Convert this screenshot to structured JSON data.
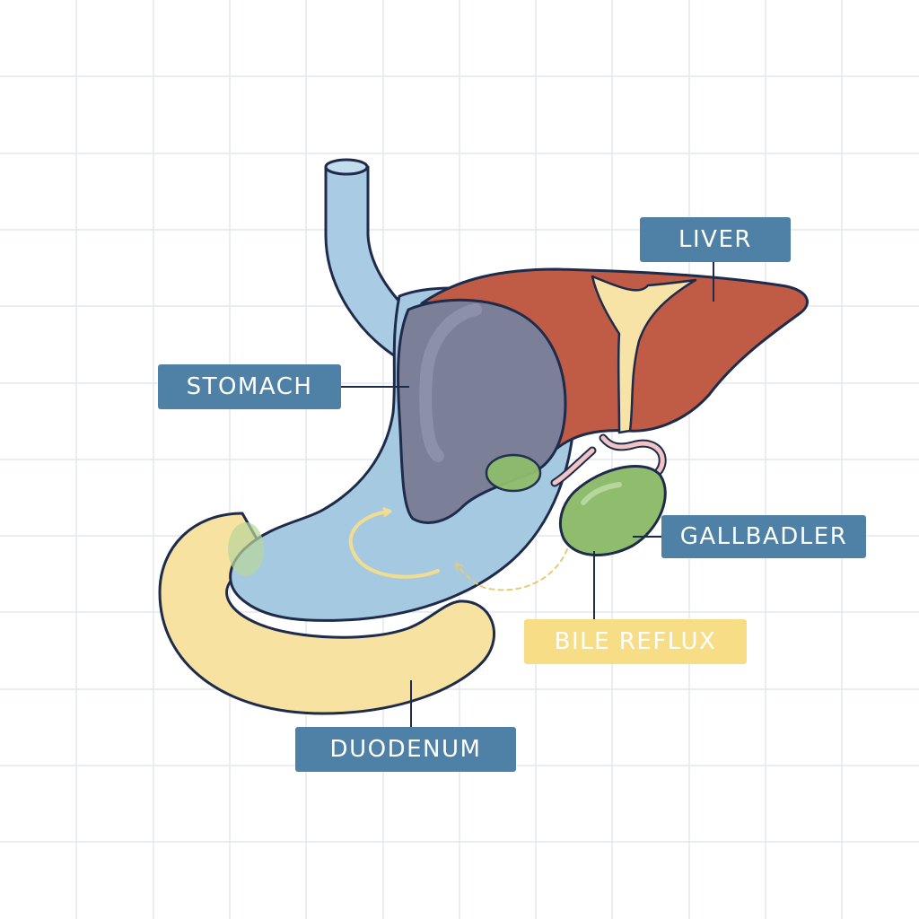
{
  "labels": {
    "liver": "LIVER",
    "stomach": "STOMACH",
    "gallbladder": "GALLBADLER",
    "bile_reflux": "BILE REFLUX",
    "duodenum": "DUODENUM"
  },
  "colors": {
    "label_blue": "#4f80a6",
    "label_yellow": "#f7dd86",
    "label_yellow_text": "#ffffff",
    "outline": "#1e2b4a",
    "stomach": "#a6c9e2",
    "esophagus": "#a9cbe3",
    "liver": "#c05b45",
    "liver_shadow_overlap": "#7b7f98",
    "ligament": "#f8e3a6",
    "gallbladder": "#8fbd6d",
    "bile_duct": "#f2c4c4",
    "duodenum": "#f8e2a2",
    "reflux_arrow": "#f2dc8e",
    "grid": "#e4e7ef"
  }
}
